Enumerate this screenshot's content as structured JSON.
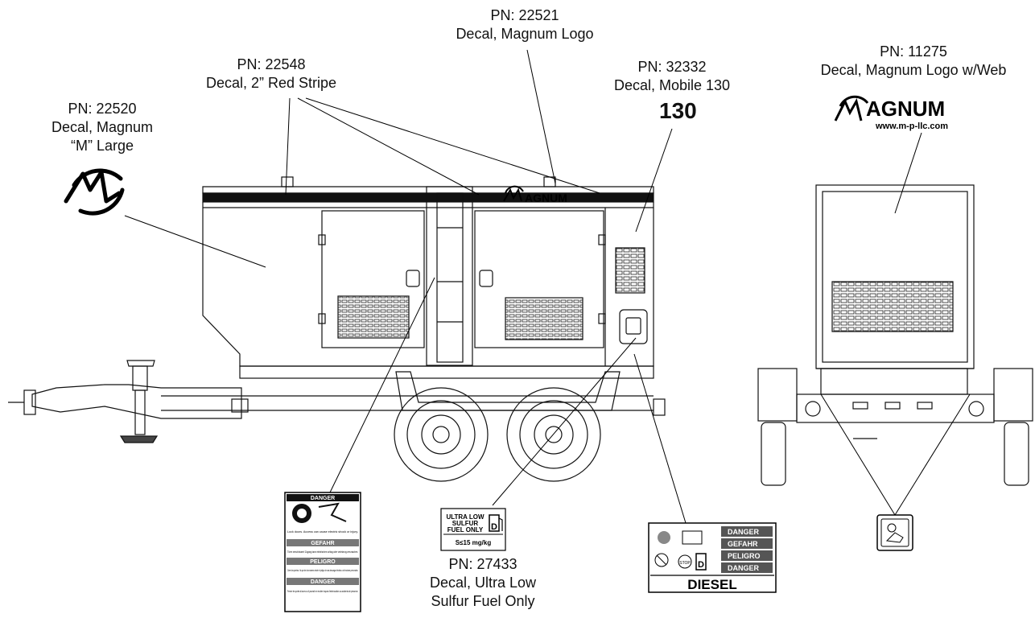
{
  "labels": {
    "decal_m_large": {
      "pn": "PN: 22520",
      "line1": "Decal, Magnum",
      "line2": "“M” Large"
    },
    "red_stripe": {
      "pn": "PN: 22548",
      "line1": "Decal, 2” Red Stripe"
    },
    "magnum_logo": {
      "pn": "PN: 22521",
      "line1": "Decal, Magnum Logo"
    },
    "mobile_130": {
      "pn": "PN: 32332",
      "line1": "Decal, Mobile 130",
      "big": "130"
    },
    "logo_web": {
      "pn": "PN: 11275",
      "line1": "Decal, Magnum Logo w/Web",
      "wordmark": "AGNUM",
      "url": "www.m-p-llc.com"
    },
    "fuel": {
      "pn": "PN: 27433",
      "line1": "Decal, Ultra Low",
      "line2": "Sulfur Fuel Only"
    }
  },
  "side_logo": "AGNUM",
  "danger_decal": {
    "danger1": "DANGER",
    "text1": "Lock doors. Access can cause electric shock or injury.",
    "gefahr": "GEFAHR",
    "text2": "Türen verschlossen! Zugang kann elektrischen schlag oder verletzung verursachen.",
    "peligro": "PELIGRO",
    "text3": "Cierre las puertas. Ya que de otra manera existe el peligro de una descarga eléctrica o de lesiones personales.",
    "danger2": "DANGER",
    "text4": "Fermer les portes d'acces ou il pourrait en resulter risques d'electrocution ou accidents de personne."
  },
  "fuel_decal": {
    "l1": "ULTRA LOW",
    "l2": "SULFUR",
    "l3": "FUEL ONLY",
    "spec": "S≤15 mg/kg",
    "d": "D"
  },
  "diesel_decal": {
    "r1": "DANGER",
    "r2": "GEFAHR",
    "r3": "PELIGRO",
    "r4": "DANGER",
    "stop": "STOP",
    "d": "D",
    "main": "DIESEL"
  }
}
